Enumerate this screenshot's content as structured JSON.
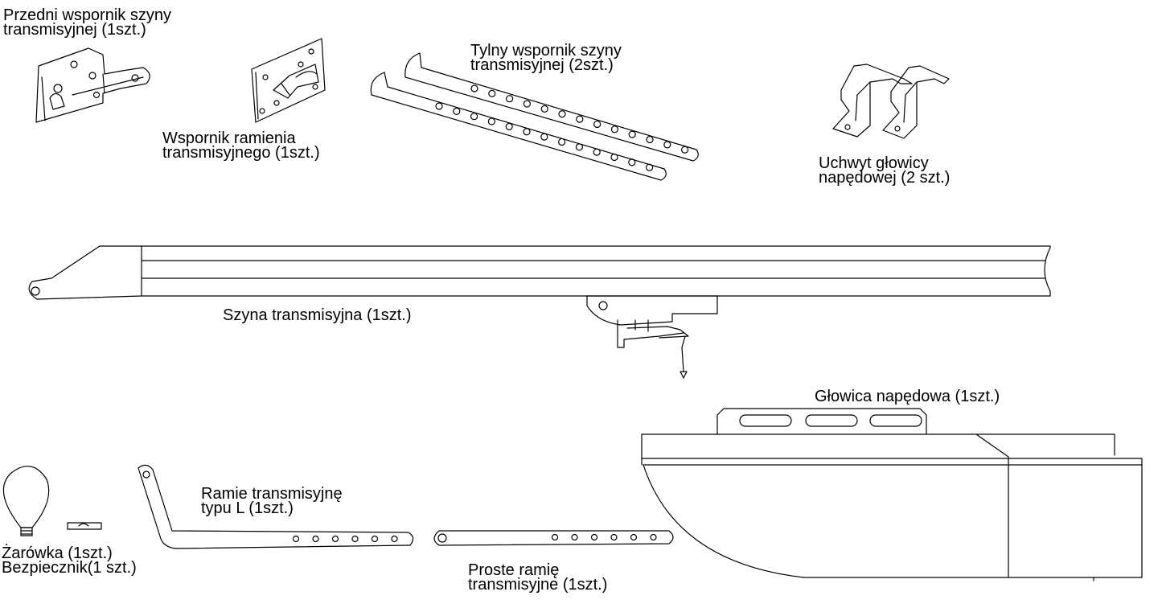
{
  "parts": {
    "front_bracket": "Przedni wspornik szyny\ntransmisyjnej (1szt.)",
    "arm_bracket": "Wspornik ramienia\ntransmisyjnego (1szt.)",
    "rear_bracket": "Tylny wspornik szyny\ntransmisyjnej (2szt.)",
    "head_holder": "Uchwyt głowicy\nnapędowej (2 szt.)",
    "rail": "Szyna transmisyjna (1szt.)",
    "drive_head": "Głowica napędowa (1szt.)",
    "l_arm": "Ramie transmisyjnę\ntypu L (1szt.)",
    "bulb_fuse": "Żarówka (1szt.)\nBezpiecznik(1 szt.)",
    "straight_arm": "Proste ramię\ntransmisyjne (1szt.)"
  }
}
